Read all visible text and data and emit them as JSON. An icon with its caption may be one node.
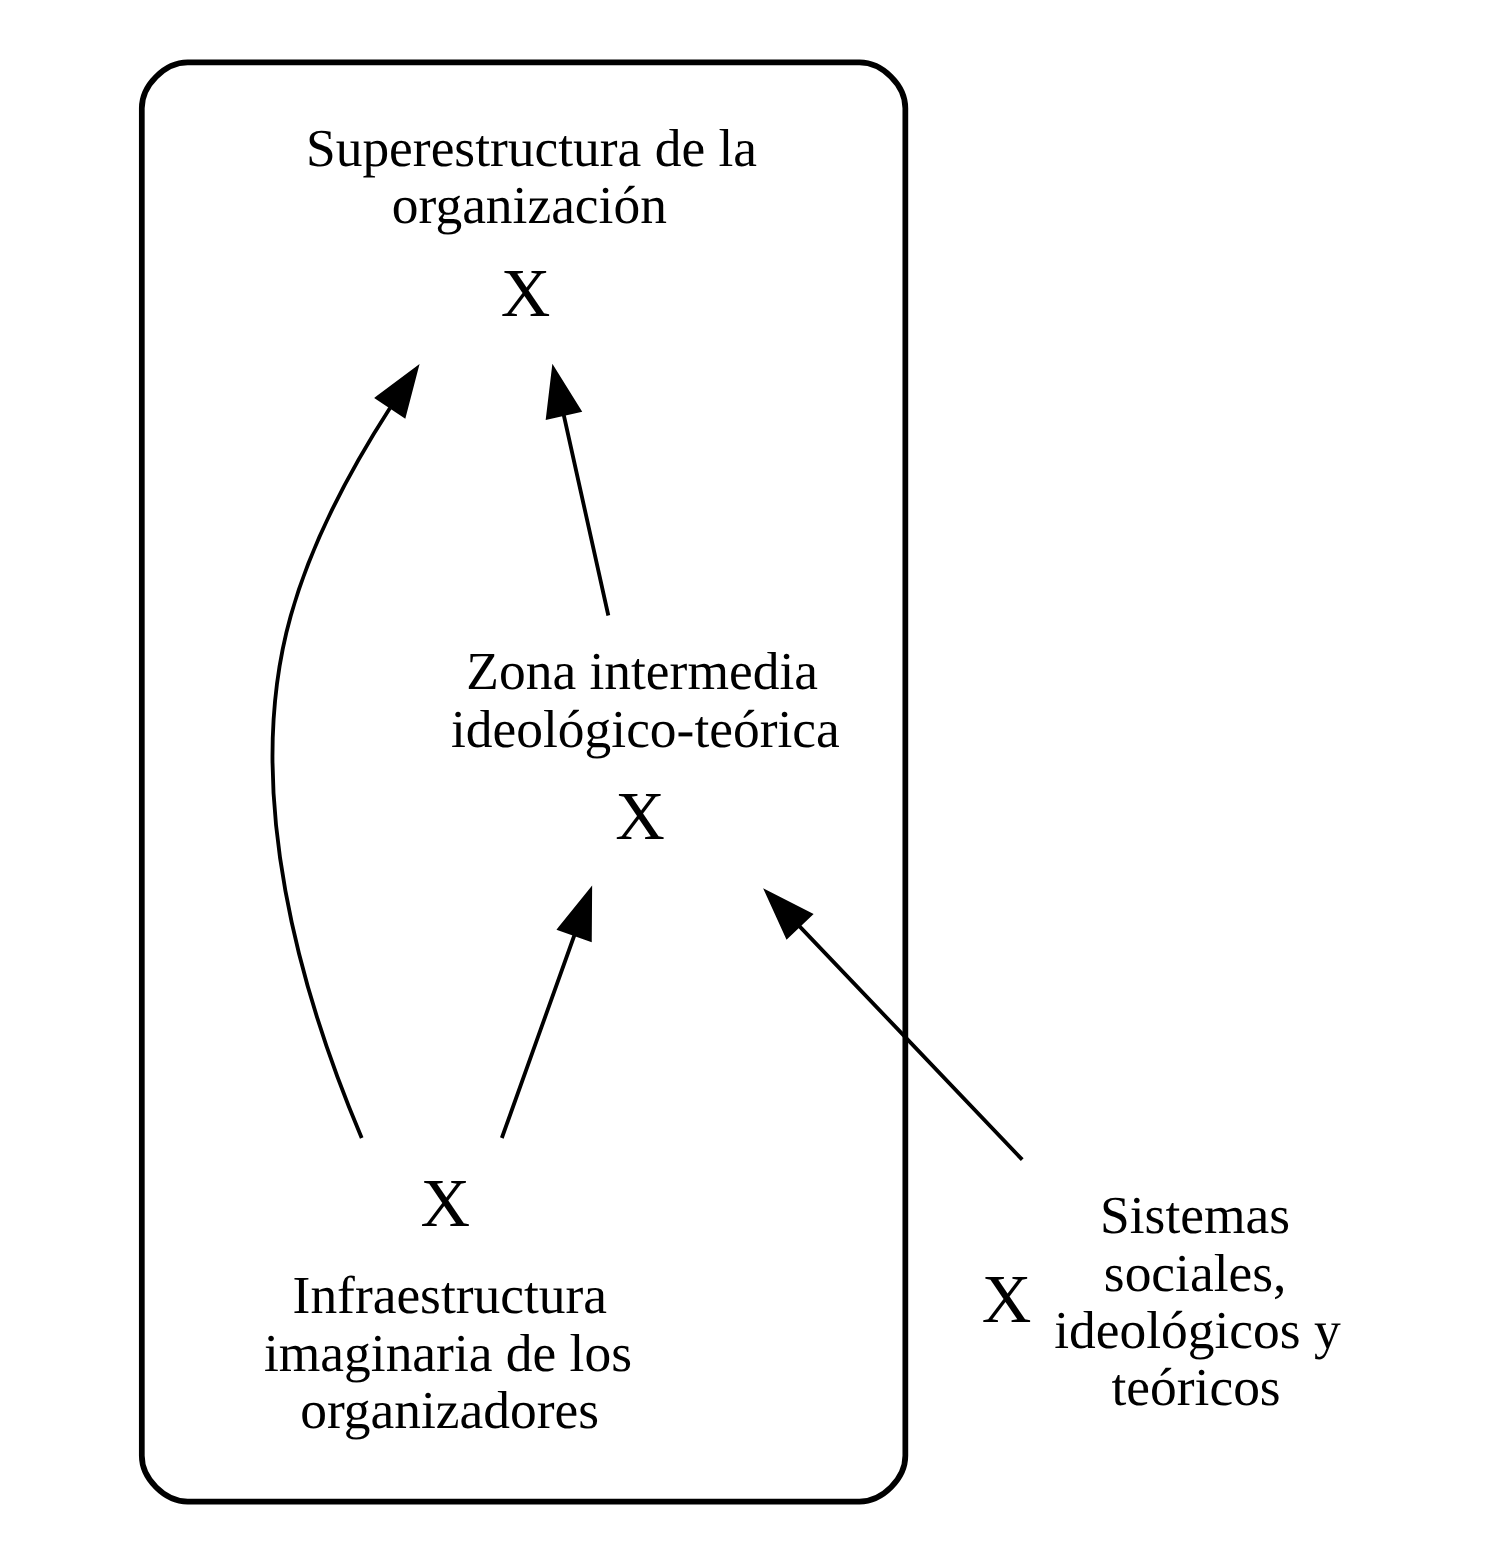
{
  "diagram": {
    "nodes": [
      {
        "text": [],
        "shape": "ellipse"
      },
      {
        "text": [
          "X"
        ],
        "in": 0,
        "beside": [
          "Superestructura de la organización"
        ]
      },
      {
        "text": [
          "X"
        ],
        "in": 0,
        "beside": [
          "Zona intermedia ideológico-teórica"
        ]
      },
      {
        "text": [
          "X"
        ],
        "in": 0,
        "beside": [
          "Infraestructura imaginaria de los organizadores"
        ]
      },
      {
        "text": [
          "X"
        ],
        "beside": [
          "Sistemas sociales, ideológicos y teóricos"
        ]
      }
    ],
    "edges": [
      {
        "from": 3,
        "to": 1,
        "arrow": "to"
      },
      {
        "from": 2,
        "to": 1,
        "arrow": "to"
      },
      {
        "from": 3,
        "to": 2,
        "arrow": "to"
      },
      {
        "from": 4,
        "to": 2,
        "arrow": "to"
      }
    ]
  }
}
